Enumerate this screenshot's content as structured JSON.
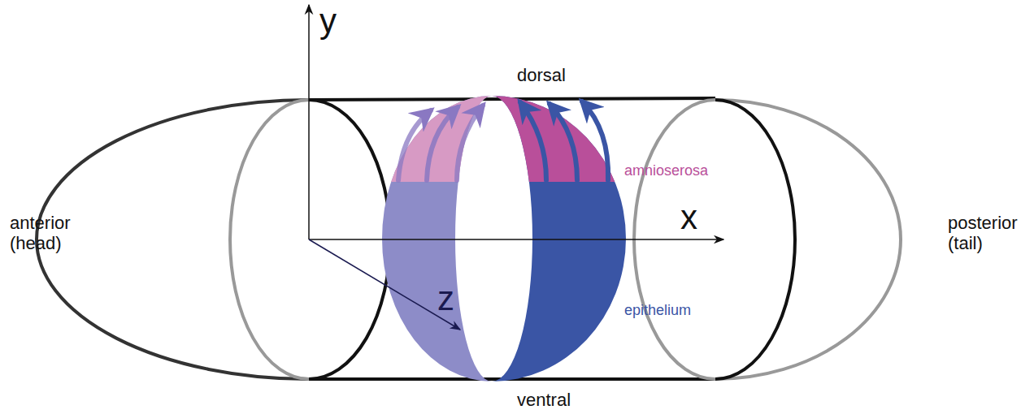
{
  "diagram": {
    "labels": [
      "y",
      "dorsal",
      "amnioserosa",
      "anterior (head)",
      "x",
      "posterior (tail)",
      "z",
      "epithelium",
      "ventral"
    ]
  }
}
